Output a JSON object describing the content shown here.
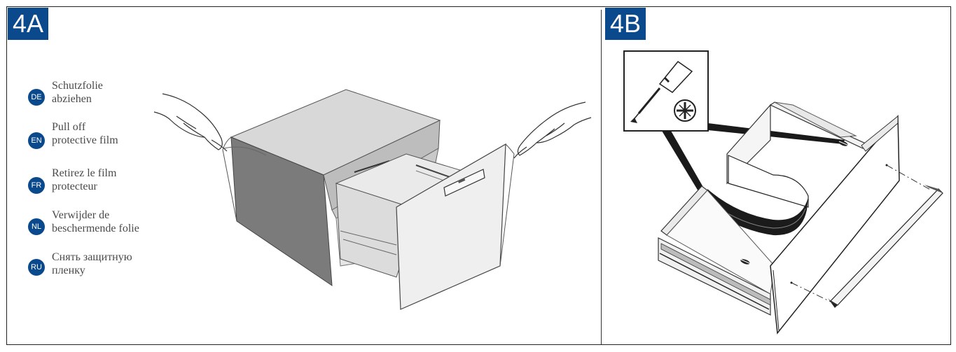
{
  "panels": [
    {
      "step": "4A"
    },
    {
      "step": "4B"
    }
  ],
  "languages": [
    {
      "code": "DE",
      "text": "Schutzfolie\nabziehen"
    },
    {
      "code": "EN",
      "text": "Pull off\nprotective film"
    },
    {
      "code": "FR",
      "text": "Retirez le film\nprotecteur"
    },
    {
      "code": "NL",
      "text": "Verwijder de\nbeschermende folie"
    },
    {
      "code": "RU",
      "text": "Снять защитную\nпленку"
    }
  ],
  "colors": {
    "badge": "#0a4a8c",
    "frame": "#222222",
    "text": "#4a4a4a"
  },
  "icons": [
    "screwdriver-icon",
    "phillips-screw-icon"
  ]
}
